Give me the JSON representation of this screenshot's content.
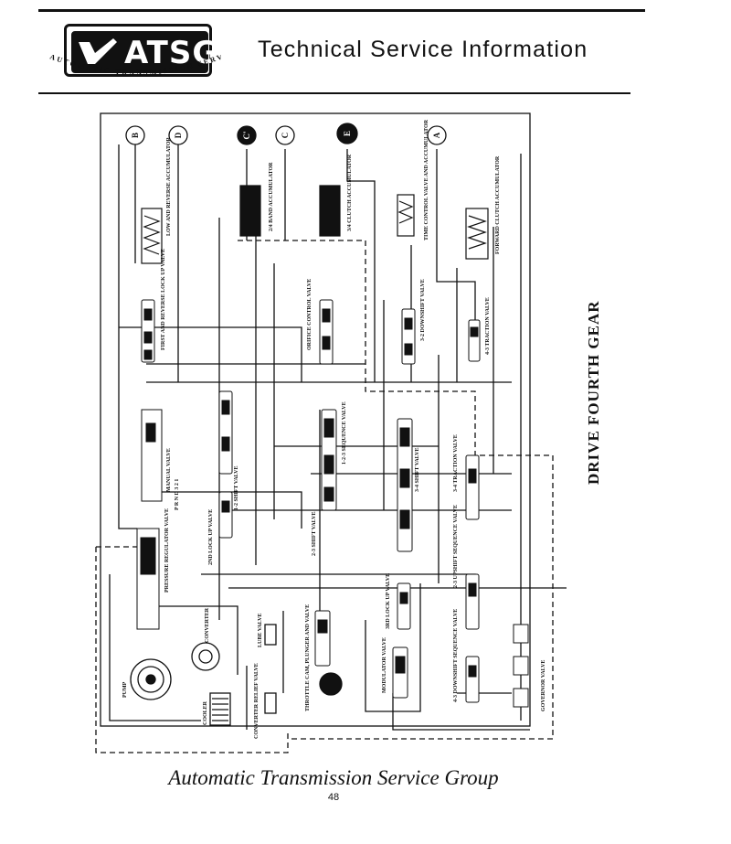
{
  "header": {
    "logo_text": "ATSG",
    "logo_tagline": "AUTOMATIC TRANSMISSION SERVICE GROUP",
    "title": "Technical Service Information"
  },
  "diagram": {
    "side_title": "DRIVE FOURTH GEAR",
    "circuit_markers": [
      "B",
      "D",
      "C'",
      "C",
      "E",
      "A"
    ],
    "components": {
      "low_reverse_accumulator": "LOW AND REVERSE ACCUMULATOR",
      "band_24_accumulator": "2/4 BAND ACCUMULATOR",
      "clutch_34_accumulator": "3/4 CLUTCH ACCUMULATOR",
      "time_control_valve": "TIME CONTROL VALVE AND ACCUMULATOR",
      "forward_clutch_accumulator": "FORWARD CLUTCH ACCUMULATOR",
      "first_reverse_lockup_valve": "FIRST AND REVERSE LOCK UP VALVE",
      "orifice_control_valve": "ORIFICE CONTROL VALVE",
      "downshift_32_valve": "3-2 DOWNSHIFT VALVE",
      "traction_43_valve": "4-3 TRACTION VALVE",
      "manual_valve": "MANUAL VALVE",
      "prnd_positions": "P R N D 3 2 1",
      "shift_12_valve": "1-2 SHIFT VALVE",
      "sequence_123_valve": "1-2-3 SEQUENCE VALVE",
      "shift_34_valve": "3-4 SHIFT VALVE",
      "traction_34_valve": "3-4 TRACTION VALVE",
      "lockup_2nd_valve": "2ND LOCK UP VALVE",
      "shift_23_valve": "2-3 SHIFT VALVE",
      "upshift_seq_23_valve": "2-3 UPSHIFT SEQUENCE VALVE",
      "pressure_regulator_valve": "PRESSURE REGULATOR VALVE",
      "lockup_3rd_valve": "3RD LOCK UP VALVE",
      "converter": "CONVERTER",
      "lube_valve": "LUBE VALVE",
      "pump": "PUMP",
      "throttle_cam_valve": "THROTTLE CAM, PLUNGER AND VALVE",
      "modulator_valve": "MODULATOR VALVE",
      "downshift_seq_43_valve": "4-3 DOWNSHIFT SEQUENCE VALVE",
      "governor_valve": "GOVERNOR VALVE",
      "cooler": "COOLER",
      "converter_relief_valve": "CONVERTER RELIEF VALVE"
    }
  },
  "footer": {
    "company": "Automatic Transmission Service Group",
    "page_number": "48"
  }
}
